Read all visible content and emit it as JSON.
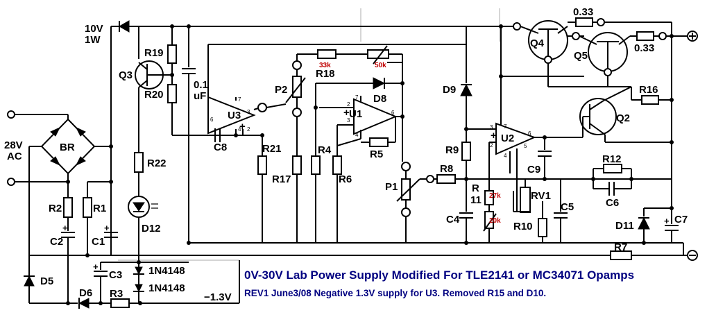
{
  "title": "0V-30V Lab Power Supply Modified For TLE2141 or MC34071 Opamps",
  "revision_note": "REV1 June3/08  Negative 1.3V supply for U3.  Removed R15 and D10.",
  "input": {
    "voltage": "28V",
    "type": "AC"
  },
  "zener_rating": {
    "voltage": "10V",
    "power": "1W"
  },
  "neg_supply": "−1.3V",
  "terminals": {
    "positive": "⊕",
    "negative": "⊖"
  },
  "components": {
    "BR": "BR",
    "D5": "D5",
    "D6": "D6",
    "R1": "R1",
    "R2": "R2",
    "C1": "C1",
    "C2": "C2",
    "C3": "C3",
    "R3": "R3",
    "D_1N4148_a": "1N4148",
    "D_1N4148_b": "1N4148",
    "R19": "R19",
    "R20": "R20",
    "Q3": "Q3",
    "R22": "R22",
    "D12": "D12",
    "C_01": "0.1",
    "C_01_unit": "uF",
    "U3": "U3",
    "C8": "C8",
    "P2": "P2",
    "R17": "R17",
    "R21": "R21",
    "R18": "R18",
    "R18_val": "33k",
    "P_50k": "50k",
    "D8": "D8",
    "U1": "U1",
    "R4": "R4",
    "R6": "R6",
    "R5": "R5",
    "P1": "P1",
    "R8": "R8",
    "D9": "D9",
    "R9": "R9",
    "R11_a": "R",
    "R11_b": "11",
    "R11_val_a": "27k",
    "R11_val_b": "20k",
    "C4": "C4",
    "U2": "U2",
    "C9": "C9",
    "RV1": "RV1",
    "R10": "R10",
    "C5": "C5",
    "R12": "R12",
    "C6": "C6",
    "Q2": "Q2",
    "Q4": "Q4",
    "Q5": "Q5",
    "R16": "R16",
    "R_033a": "0.33",
    "R_033b": "0.33",
    "D11": "D11",
    "C7": "C7",
    "R7": "R7"
  },
  "pins": {
    "u3_6": "6",
    "u3_7": "7",
    "u3_3": "3",
    "u3_2": "2",
    "u3_4": "4",
    "u1_7": "7",
    "u1_6": "6",
    "u1_2": "2",
    "u1_3": "3",
    "u1_4": "4",
    "u2_3": "3",
    "u2_7": "7",
    "u2_6": "6",
    "u2_2": "2",
    "u2_4": "4",
    "u2_5": "5"
  },
  "colors": {
    "text": "#000000",
    "value_text": "#c00000",
    "notes": "#000080"
  }
}
